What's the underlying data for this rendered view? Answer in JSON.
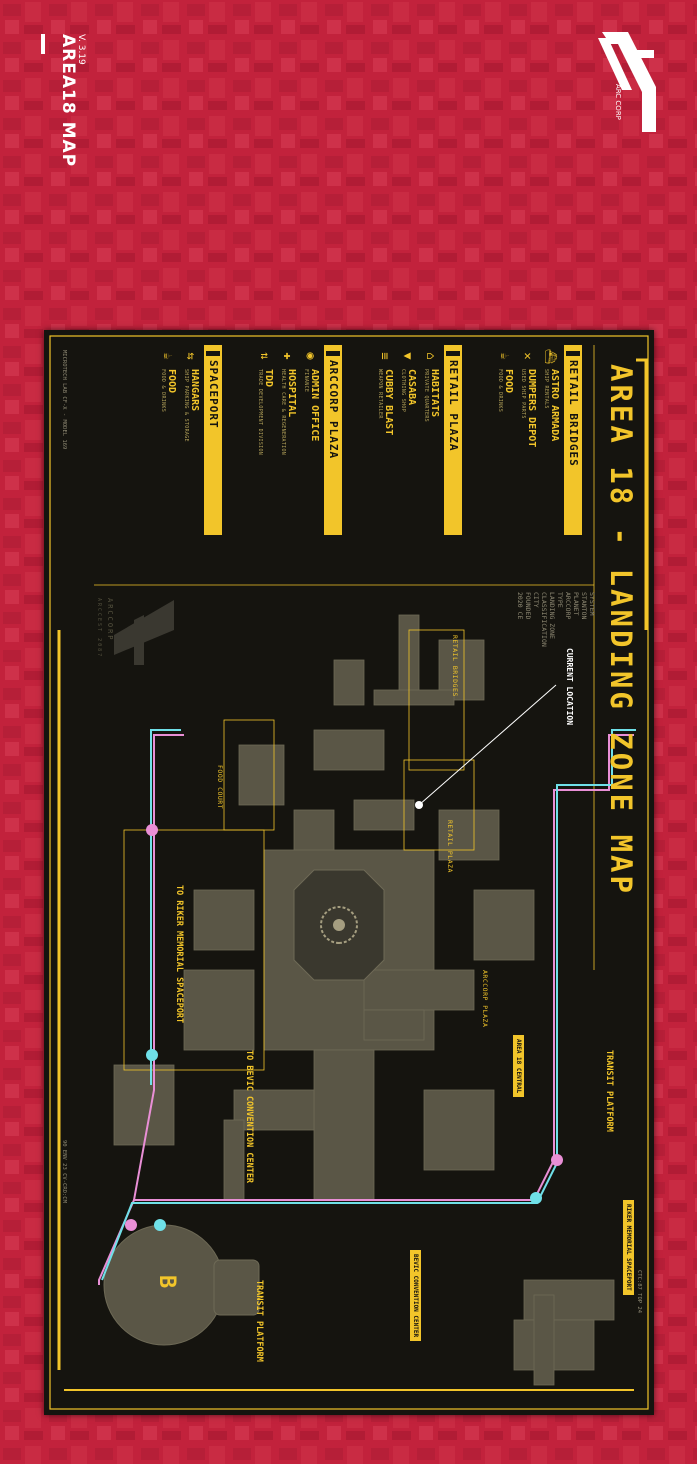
{
  "app": {
    "title": "AREA18 MAP",
    "version": "V. 3.19"
  },
  "brand": {
    "logo_text": "ARC CORP"
  },
  "colors": {
    "background": "#c2223c",
    "accent": "#f2c52a",
    "panel": "#15140f",
    "route_pink": "#e98fd6",
    "route_cyan": "#6fe0e8"
  },
  "map": {
    "title": "AREA 18 - LANDING ZONE MAP",
    "info": [
      {
        "label": "SYSTEM",
        "value": "STANTON"
      },
      {
        "label": "PLANET",
        "value": "ARCCORP"
      },
      {
        "label": "TYPE",
        "value": "LANDING ZONE"
      },
      {
        "label": "CLASSIFICATION",
        "value": "CITY"
      },
      {
        "label": "FOUNDED",
        "value": "2020 CE"
      }
    ],
    "current_location": "CURRENT LOCATION",
    "categories": [
      {
        "name": "RETAIL BRIDGES",
        "items": [
          {
            "icon": "ship-icon",
            "glyph": "⛴",
            "name": "ASTRO ARMADA",
            "sub": "SHIP RENTALS"
          },
          {
            "icon": "wrench-icon",
            "glyph": "✕",
            "name": "DUMPERS DEPOT",
            "sub": "USED SHIP PARTS"
          },
          {
            "icon": "food-icon",
            "glyph": "☕",
            "name": "FOOD",
            "sub": "FOOD & DRINKS"
          }
        ]
      },
      {
        "name": "RETAIL PLAZA",
        "items": [
          {
            "icon": "habitat-icon",
            "glyph": "⌂",
            "name": "HABITATS",
            "sub": "PRIVATE QUARTERS"
          },
          {
            "icon": "shirt-icon",
            "glyph": "▼",
            "name": "CASABA",
            "sub": "CLOTHING SHOP"
          },
          {
            "icon": "weapon-icon",
            "glyph": "≡",
            "name": "CUBBY BLAST",
            "sub": "WEAPON RETAILER"
          }
        ]
      },
      {
        "name": "ARCCORP PLAZA",
        "items": [
          {
            "icon": "admin-icon",
            "glyph": "◉",
            "name": "ADMIN OFFICE",
            "sub": "FINANCE"
          },
          {
            "icon": "medical-icon",
            "glyph": "✚",
            "name": "HOSPITAL",
            "sub": "HEALTH CARE & REGENERATION"
          },
          {
            "icon": "trade-icon",
            "glyph": "⇅",
            "name": "TDD",
            "sub": "TRADE DEVELOPMENT DIVISION"
          }
        ]
      },
      {
        "name": "SPACEPORT",
        "items": [
          {
            "icon": "hangar-icon",
            "glyph": "⇆",
            "name": "HANGARS",
            "sub": "SHIP PARKING & STORAGE"
          },
          {
            "icon": "food-icon",
            "glyph": "☕",
            "name": "FOOD",
            "sub": "FOOD & DRINKS"
          }
        ]
      }
    ],
    "watermark": {
      "logo": "AC",
      "text": "ARCCORP",
      "sub": "ARCCEST 2087"
    },
    "zone_labels": {
      "retail_bridges": "RETAIL BRIDGES",
      "food_court": "FOOD COURT",
      "retail_plaza": "RETAIL PLAZA",
      "arccorp_plaza": "ARCCORP PLAZA",
      "area18_central": "AREA 18 CENTRAL",
      "riker_spaceport": "RIKER MEMORIAL SPACEPORT",
      "bevic_center": "BEVIC CONVENTION CENTER"
    },
    "destinations": {
      "riker": "TO RIKER MEMORIAL SPACEPORT",
      "bevic": "TO BEVIC CONVENTION CENTER",
      "transit_top": "TRANSIT PLATFORM",
      "transit_bottom": "TRANSIT PLATFORM"
    },
    "hub": "B",
    "footer": {
      "left": "MICROTECH LAB CF-X - MODEL 169",
      "right": "90 ENV 23 CV-CRO:CM",
      "corner": "CTC:87 TOP 24"
    }
  }
}
